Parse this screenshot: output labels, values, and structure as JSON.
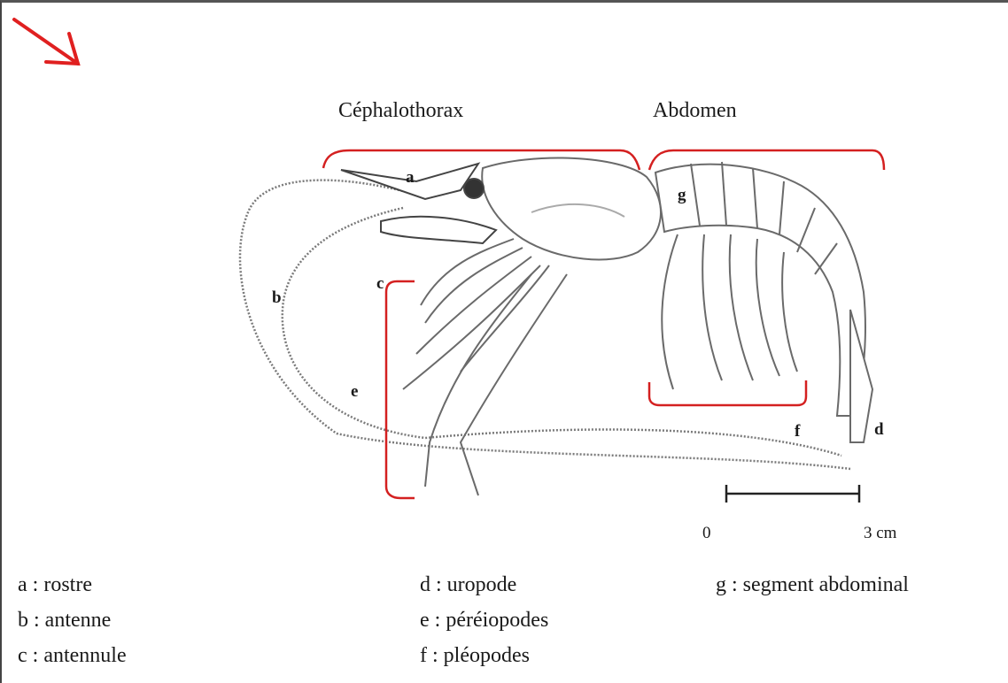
{
  "regions": {
    "cephalothorax": "Céphalothorax",
    "abdomen": "Abdomen"
  },
  "letters": {
    "a": "a",
    "b": "b",
    "c": "c",
    "d": "d",
    "e": "e",
    "f": "f",
    "g": "g"
  },
  "scale_bar": {
    "start": "0",
    "end": "3 cm"
  },
  "legend": [
    "a : rostre",
    "b : antenne",
    "c : antennule",
    "d : uropode",
    "e : péréiopodes",
    "f : pléopodes",
    "g : segment abdominal"
  ],
  "colors": {
    "annotation": "#d42020",
    "drawing": "#6a6a6a",
    "arrow": "#e02020"
  }
}
